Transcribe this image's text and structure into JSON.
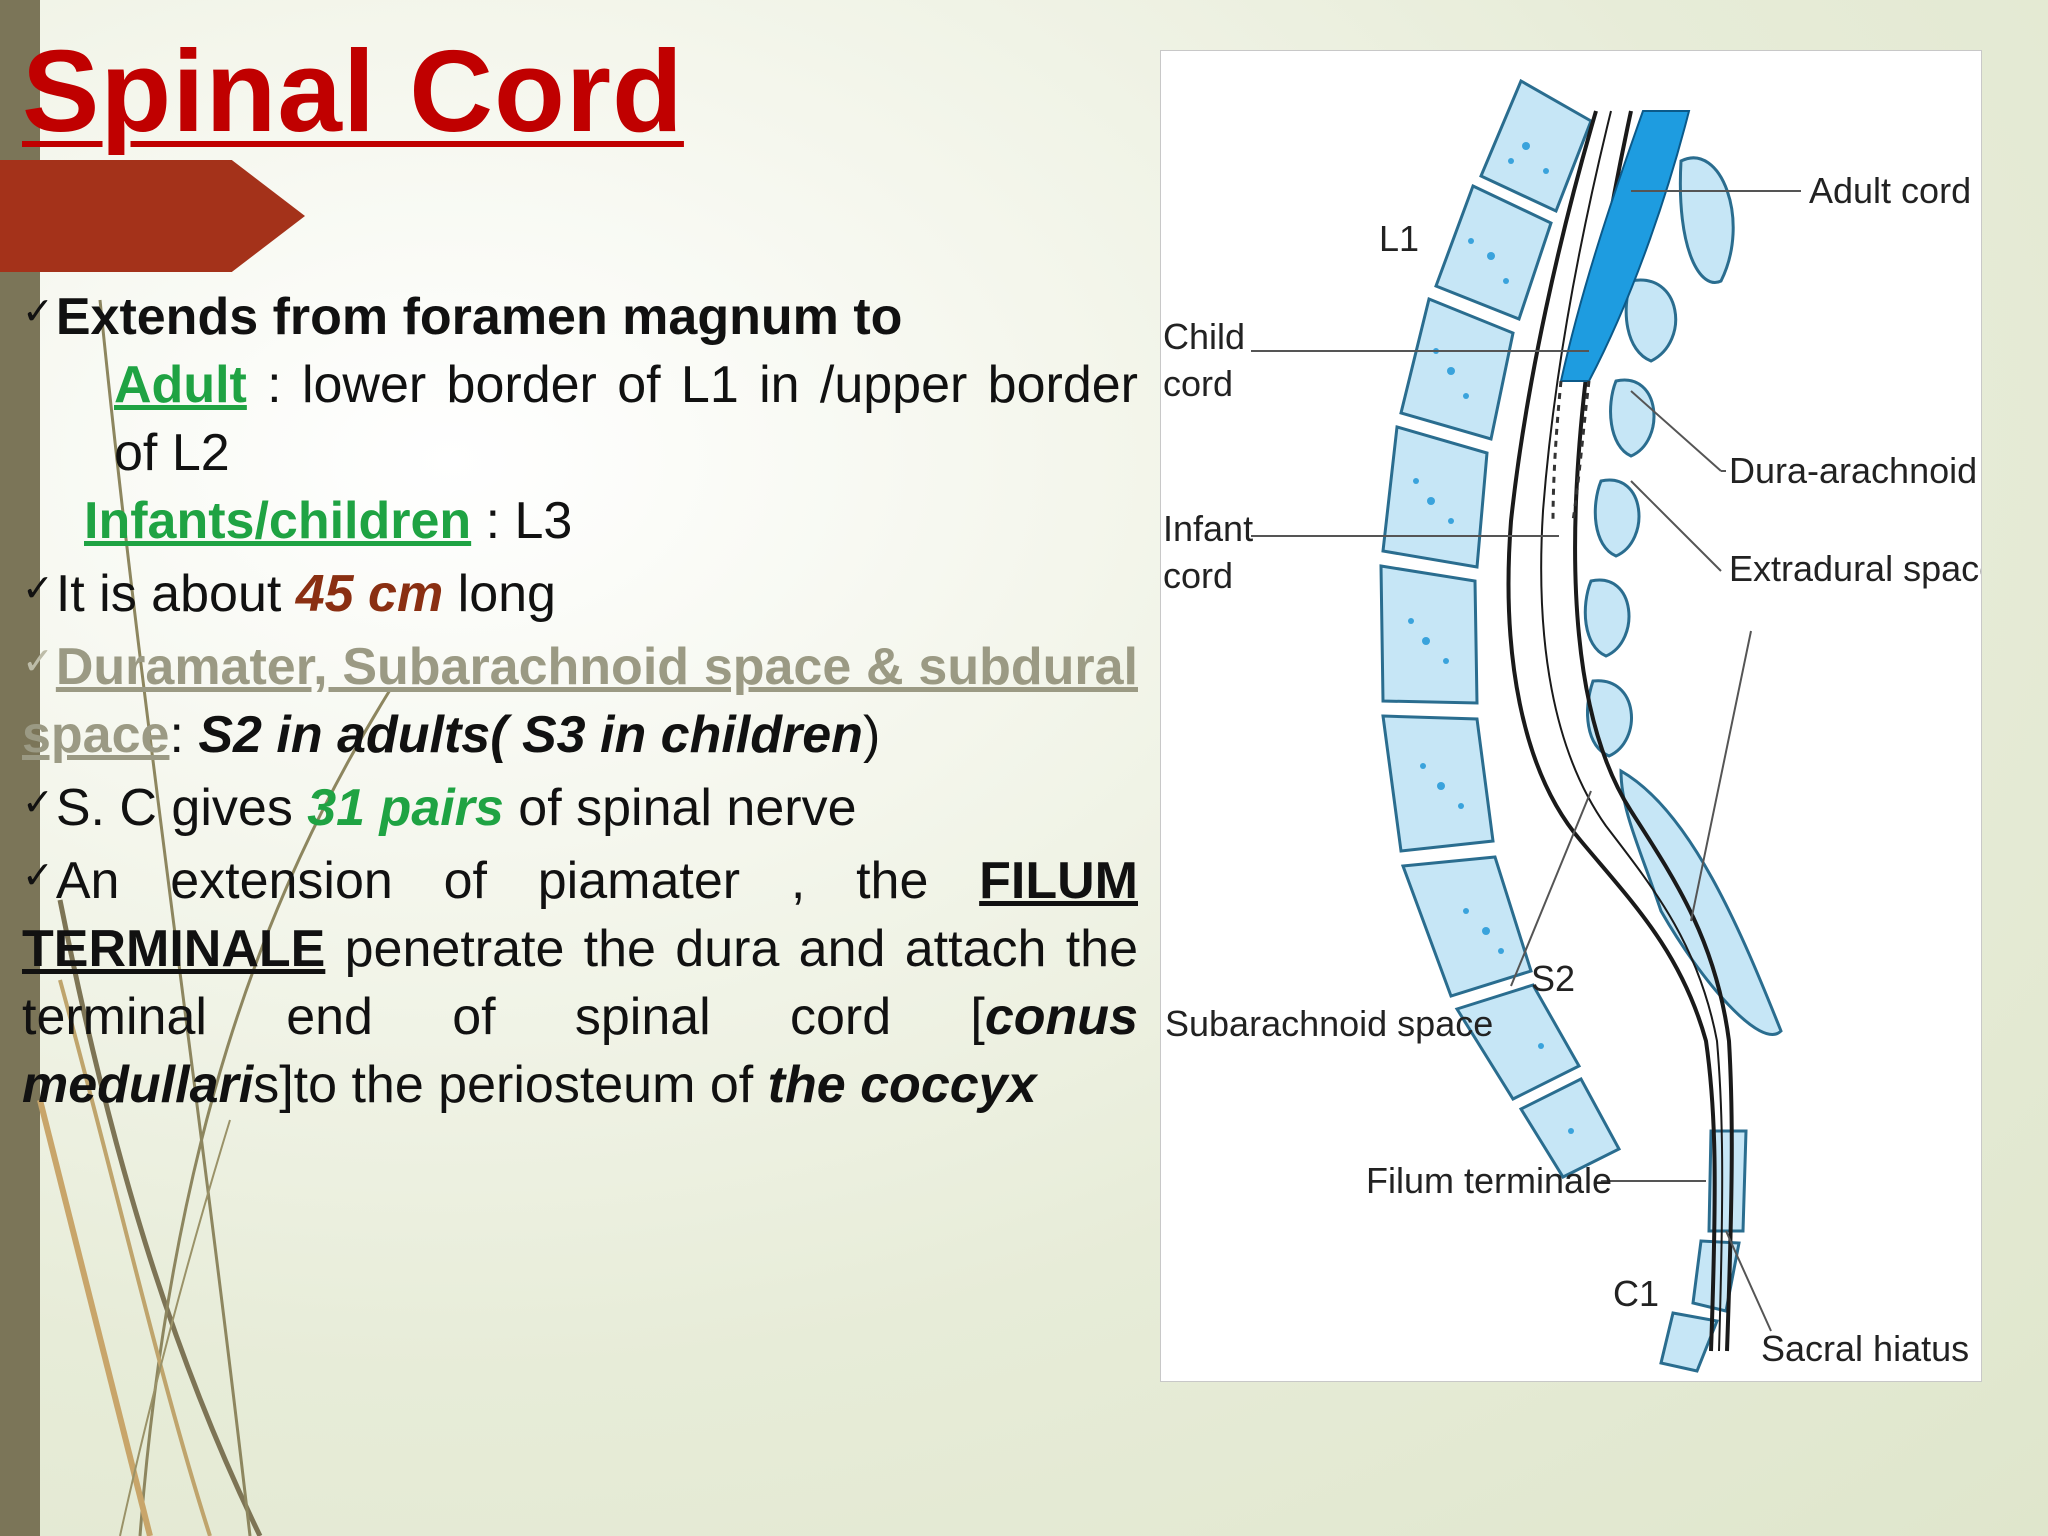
{
  "title": "Spinal Cord",
  "bullets": {
    "b1_lead": "Extends from foramen magnum to",
    "adult_label": "Adult",
    "adult_text": " :  lower border of L1 in /upper border of L2",
    "infant_label": "Infants/children",
    "infant_text": " : L3",
    "b2_pre": "It is about ",
    "b2_value": "45 cm",
    "b2_post": " long",
    "b3_lead": "Duramater, Subarachnoid space & subdural space",
    "b3_colon": ": ",
    "b3_s2": "S2 in adults( S3 in children",
    "b3_close": ")",
    "b4_pre": "S. C gives ",
    "b4_value": "31 pairs",
    "b4_post": " of spinal nerve",
    "b5_pre": "An extension of piamater , the ",
    "b5_term": "FILUM TERMINALE",
    "b5_mid": " penetrate the dura and attach the terminal end of spinal cord [",
    "b5_conus": "conus medullari",
    "b5_after": "s]to the periosteum of ",
    "b5_coccyx": "the coccyx"
  },
  "figure_labels": {
    "adult_cord": "Adult cord",
    "l1": "L1",
    "child_cord_1": "Child",
    "child_cord_2": "cord",
    "dura_arachnoid": "Dura-arachnoid",
    "extradural_space": "Extradural space",
    "infant_cord_1": "Infant",
    "infant_cord_2": "cord",
    "s2": "S2",
    "subarachnoid_space": "Subarachnoid space",
    "filum_terminale": "Filum terminale",
    "c1": "C1",
    "sacral_hiatus": "Sacral hiatus"
  },
  "colors": {
    "title": "#c00000",
    "accent_arrow": "#a4321a",
    "green": "#1fa343",
    "brown": "#8a2f12",
    "bone_blue": "#c6e6f6",
    "cord_blue": "#1e9ce0"
  }
}
